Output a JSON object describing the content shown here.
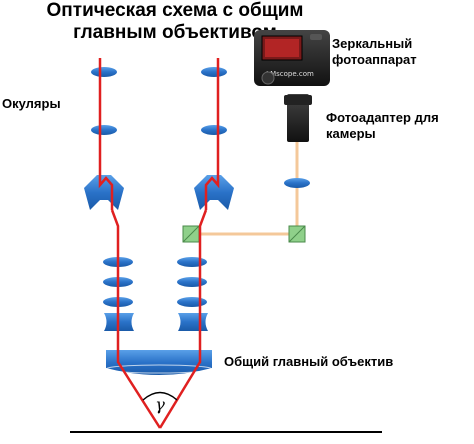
{
  "diagram": {
    "title_line1": "Оптическая схема с общим",
    "title_line2": "главным объективом",
    "labels": {
      "eyepieces": "Окуляры",
      "camera_line1": "Зеркальный",
      "camera_line2": "фотоаппарат",
      "adapter_line1": "Фотоадаптер для",
      "adapter_line2": "камеры",
      "objective": "Общий главный объектив",
      "angle": "γ"
    },
    "camera_brand_text": "LMscope.com",
    "colors": {
      "lens": "#2a72c8",
      "beam": "#e02020",
      "camera_link": "#f4c89a",
      "prism": "#8fd08a"
    }
  }
}
